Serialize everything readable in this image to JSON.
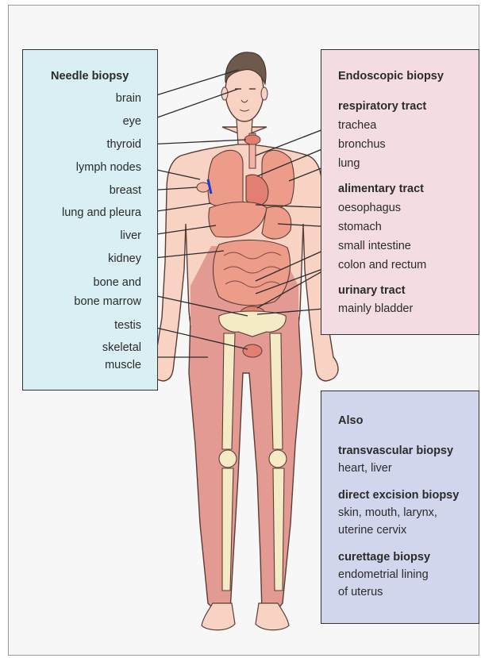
{
  "needle": {
    "title": "Needle biopsy",
    "items": [
      "brain",
      "eye",
      "thyroid",
      "lymph nodes",
      "breast",
      "lung and pleura",
      "liver",
      "kidney",
      "bone and",
      "bone marrow",
      "testis",
      "skeletal",
      "muscle"
    ]
  },
  "endoscopic": {
    "title": "Endoscopic biopsy",
    "respiratory": {
      "heading": "respiratory tract",
      "items": [
        "trachea",
        "bronchus",
        "lung"
      ]
    },
    "alimentary": {
      "heading": "alimentary tract",
      "items": [
        "oesophagus",
        "stomach",
        "small intestine",
        "colon and rectum"
      ]
    },
    "urinary": {
      "heading": "urinary tract",
      "items": [
        "mainly bladder"
      ]
    }
  },
  "also": {
    "title": "Also",
    "transvascular": {
      "heading": "transvascular biopsy",
      "text": "heart, liver"
    },
    "excision": {
      "heading": "direct excision biopsy",
      "lines": [
        "skin, mouth, larynx,",
        "uterine cervix"
      ]
    },
    "curettage": {
      "heading": "curettage biopsy",
      "lines": [
        "endometrial lining",
        "of uterus"
      ]
    }
  },
  "colors": {
    "skin": "#f8d3c4",
    "muscle": "#e39a92",
    "organ": "#ee9c8a",
    "bone": "#f4ebc6",
    "needle_box": "#d9eff3",
    "endo_box": "#f3dde2",
    "also_box": "#d2d6ec",
    "hair": "#6e5a4c",
    "marker": "#1a3bd6"
  }
}
